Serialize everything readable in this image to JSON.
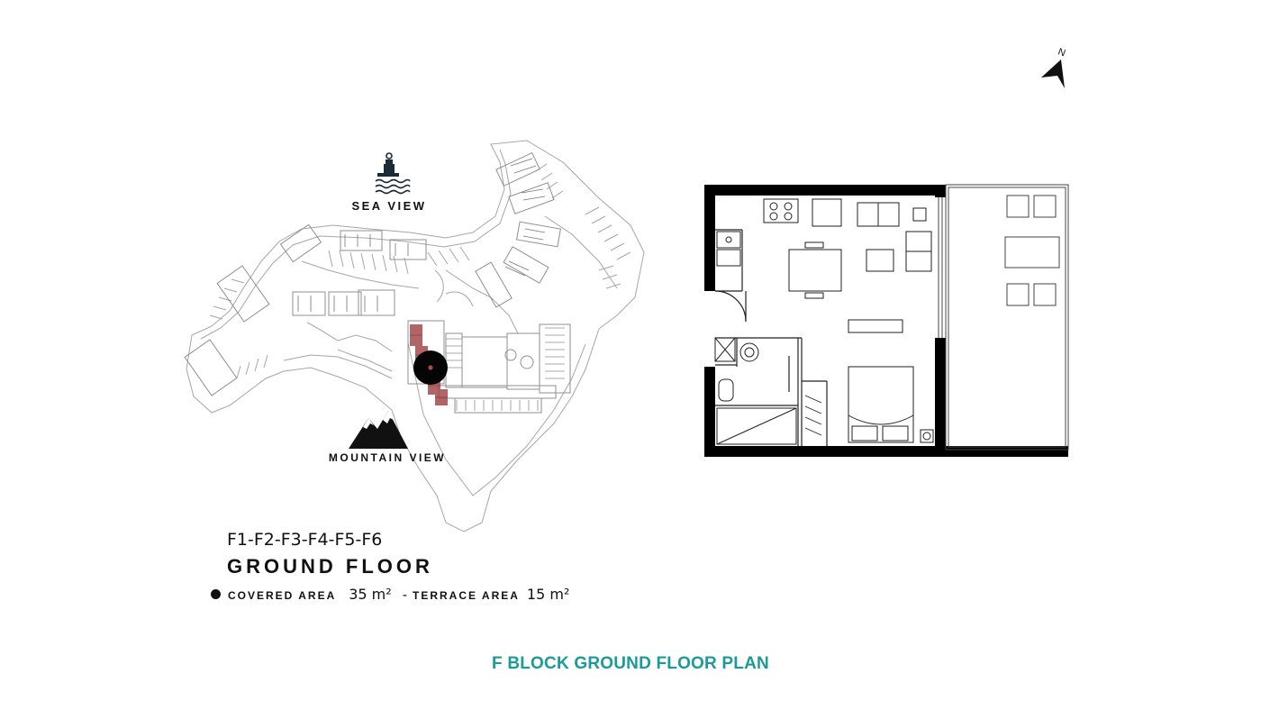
{
  "labels": {
    "sea_view": "SEA VIEW",
    "mountain_view": "MOUNTAIN VIEW",
    "north": "N"
  },
  "info": {
    "units": "F1-F2-F3-F4-F5-F6",
    "floor": "GROUND FLOOR",
    "covered_label": "covered area",
    "covered_value": "35 m²",
    "separator": "-",
    "terrace_label": "terrace area",
    "terrace_value": "15 m²"
  },
  "caption": "F BLOCK GROUND FLOOR PLAN",
  "colors": {
    "caption": "#1b9a9b",
    "highlight": "#a5494c",
    "line": "#9a9a9a",
    "wall": "#000000"
  }
}
